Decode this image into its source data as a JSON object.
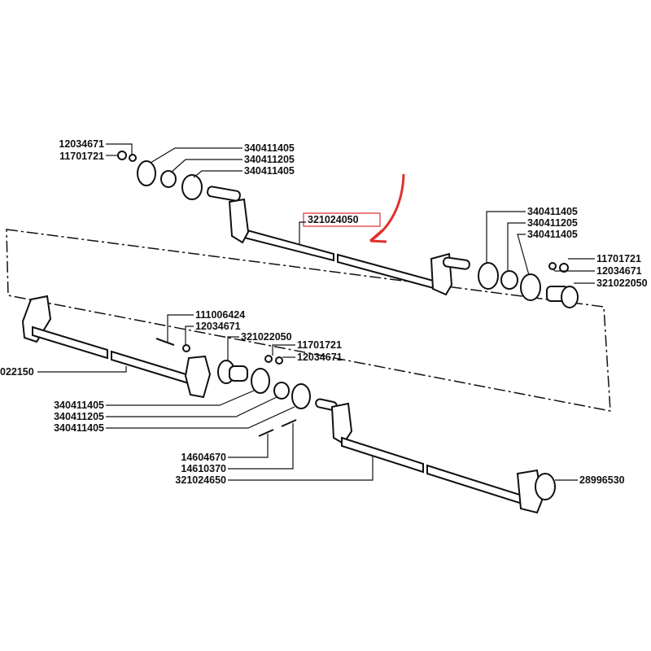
{
  "diagram": {
    "highlight_color": "#e0302a",
    "highlighted_part": "321024050",
    "labels": {
      "tl_washer": "12034671",
      "tl_nut": "11701721",
      "tl_flange1": "340411405",
      "tl_bush": "340411205",
      "tl_flange2": "340411405",
      "top_shaft": "321024050",
      "tr_flange1": "340411405",
      "tr_bush": "340411205",
      "tr_flange2": "340411405",
      "tr_nut": "11701721",
      "tr_washer": "12034671",
      "tr_hub": "321022050",
      "mid_bolt": "111006424",
      "mid_washer": "12034671",
      "mid_hub": "321022050",
      "mid_nut": "11701721",
      "mid_washer2": "12034671",
      "left_shaft": "022150",
      "bl_flange1": "340411405",
      "bl_bush": "340411205",
      "bl_flange2": "340411405",
      "pin1": "14604670",
      "pin2": "14610370",
      "bottom_shaft": "321024650",
      "br_bearing": "28996530"
    }
  }
}
